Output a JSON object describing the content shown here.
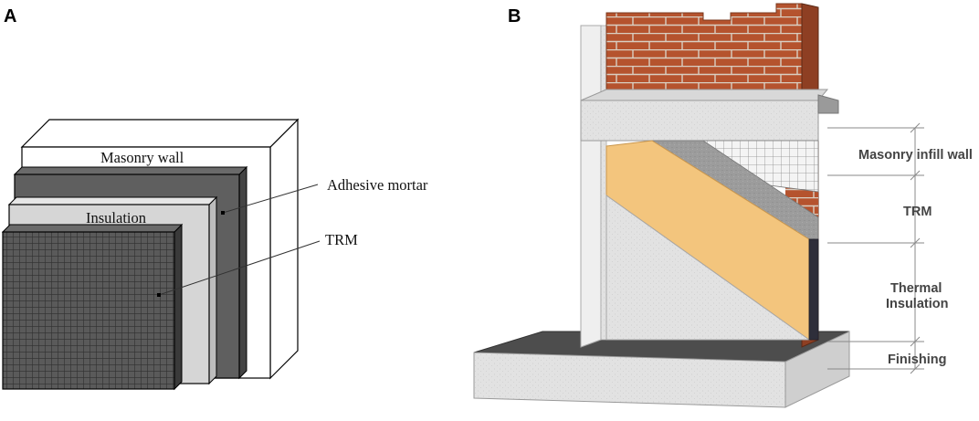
{
  "panels": {
    "a": {
      "letter": "A",
      "labels": {
        "masonry_wall": "Masonry wall",
        "adhesive_mortar": "Adhesive mortar",
        "insulation": "Insulation",
        "trm": "TRM"
      }
    },
    "b": {
      "letter": "B",
      "labels": {
        "masonry_infill_wall": "Masonry infill wall",
        "trm": "TRM",
        "thermal_line1": "Thermal",
        "thermal_line2": "Insulation",
        "finishing": "Finishing"
      }
    }
  },
  "colors": {
    "brick": "#b5532e",
    "mortar_joint": "#d9cfc2",
    "concrete": "#e3e3e3",
    "insulation_orange": "#f3c57d",
    "adhesive_dark": "#5f5f5f",
    "trm_mesh": "#4a4a4a",
    "finishing_gray": "#d2d2d2",
    "slab_top": "#4d4d4d"
  }
}
